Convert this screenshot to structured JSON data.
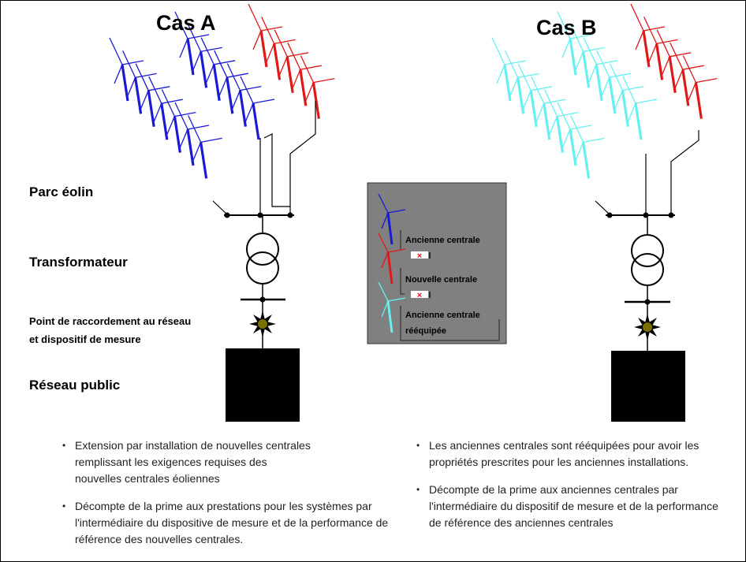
{
  "case_a": {
    "title": "Cas A",
    "bullets": [
      "Extension par installation de nouvelles centrales remplissant les exigences requises des nouvelles centrales éoliennes",
      "Décompte de la prime aux prestations pour les systèmes par l'intermédiaire du dispositive de mesure et de la performance de référence des nouvelles centrales."
    ]
  },
  "case_b": {
    "title": "Cas B",
    "bullets": [
      "Les anciennes centrales sont rééquipées pour avoir les propriétés prescrites pour les anciennes installations.",
      "Décompte de la prime aux anciennes  centrales par l'intermédiaire du dispositif de mesure et de la performance de référence des anciennes centrales"
    ]
  },
  "labels": {
    "parc": "Parc éolin",
    "transformateur": "Transformateur",
    "point_line1": "Point de  raccordement au réseau",
    "point_line2": "et dispositif de mesure",
    "reseau": "Réseau public"
  },
  "legend": {
    "old": "Ancienne centrale",
    "new": "Nouvelle centrale",
    "refit_line1": "Ancienne centrale",
    "refit_line2": "rééquipée"
  },
  "colors": {
    "old": "#1a1ad4",
    "new": "#e01818",
    "refit": "#66f0f0",
    "legend_bg": "#808080"
  }
}
